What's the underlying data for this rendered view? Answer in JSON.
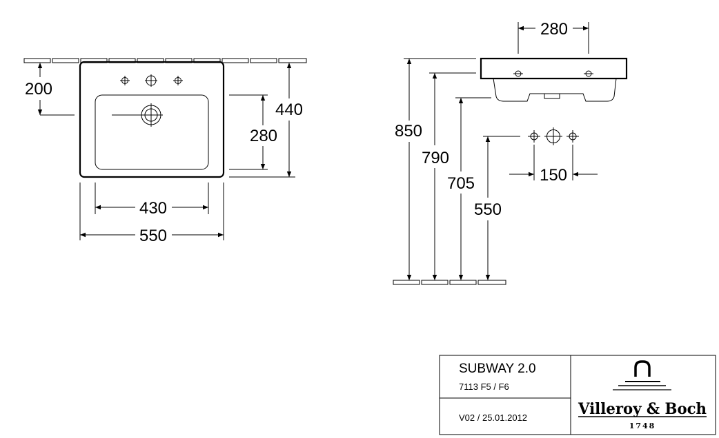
{
  "drawing": {
    "top_view": {
      "dim_wall_height": "200",
      "dim_depth": "440",
      "dim_bowl_depth": "280",
      "dim_bowl_width": "430",
      "dim_total_width": "550"
    },
    "side_view": {
      "dim_rim_height": "850",
      "dim_790": "790",
      "dim_705": "705",
      "dim_550": "550",
      "dim_top_280": "280",
      "dim_tap_spacing": "150"
    }
  },
  "title_block": {
    "product_name": "SUBWAY 2.0",
    "article_number": "7113 F5 / F6",
    "version": "V02 / 25.01.2012",
    "brand": "Villeroy & Boch",
    "brand_year": "1748"
  }
}
